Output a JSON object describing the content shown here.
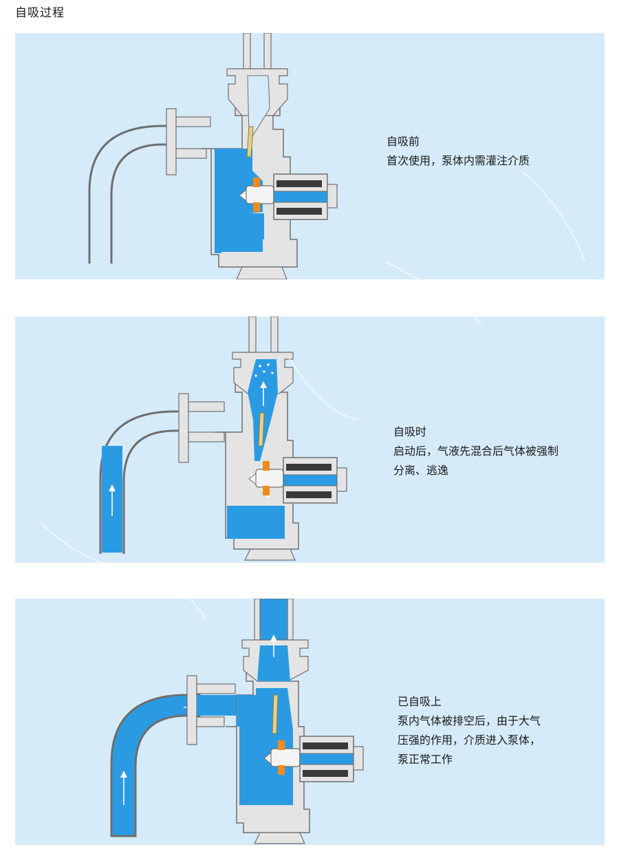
{
  "page": {
    "title": "自吸过程"
  },
  "stages": [
    {
      "title": "自吸前",
      "lines": [
        "首次使用，泵体内需灌注介质"
      ]
    },
    {
      "title": "自吸时",
      "lines": [
        "启动后，气液先混合后气体被强制",
        "分离、逃逸"
      ]
    },
    {
      "title": "已自吸上",
      "lines": [
        "泵内气体被排空后，由于大气",
        "压强的作用，介质进入泵体，",
        "泵正常工作"
      ]
    }
  ],
  "colors": {
    "panel_bg": "#d6ebf9",
    "casing_fill": "#e4e4e4",
    "casing_stroke": "#6e6e6e",
    "liquid": "#2a9be3",
    "gasket": "#e8d08a",
    "orange": "#f08c1e",
    "motor_dark": "#3a3a3a"
  },
  "icons": [
    "flow-arrow-icon",
    "bubble-icon"
  ]
}
